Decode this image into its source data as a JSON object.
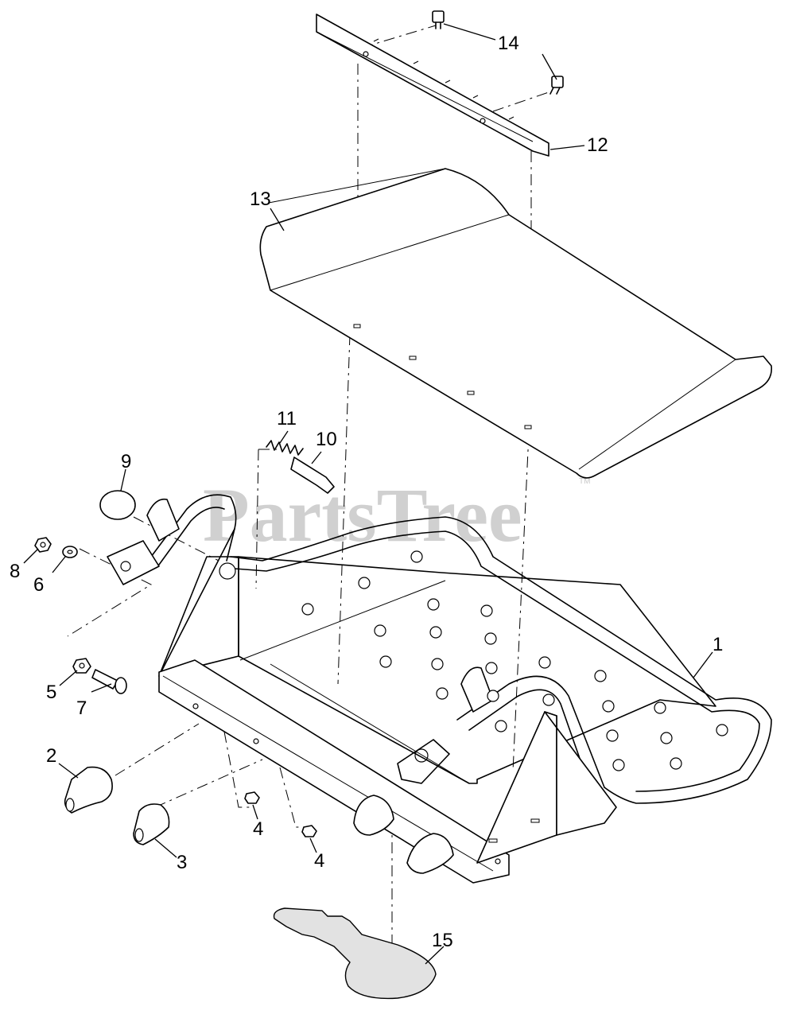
{
  "watermark": {
    "text": "PartsTree",
    "mark": "TM"
  },
  "callouts": [
    {
      "id": "1",
      "label": "1"
    },
    {
      "id": "2",
      "label": "2"
    },
    {
      "id": "3",
      "label": "3"
    },
    {
      "id": "4a",
      "label": "4"
    },
    {
      "id": "4b",
      "label": "4"
    },
    {
      "id": "5",
      "label": "5"
    },
    {
      "id": "6",
      "label": "6"
    },
    {
      "id": "7",
      "label": "7"
    },
    {
      "id": "8",
      "label": "8"
    },
    {
      "id": "9",
      "label": "9"
    },
    {
      "id": "10",
      "label": "10"
    },
    {
      "id": "11",
      "label": "11"
    },
    {
      "id": "12",
      "label": "12"
    },
    {
      "id": "13",
      "label": "13"
    },
    {
      "id": "14",
      "label": "14"
    },
    {
      "id": "15",
      "label": "15"
    }
  ]
}
